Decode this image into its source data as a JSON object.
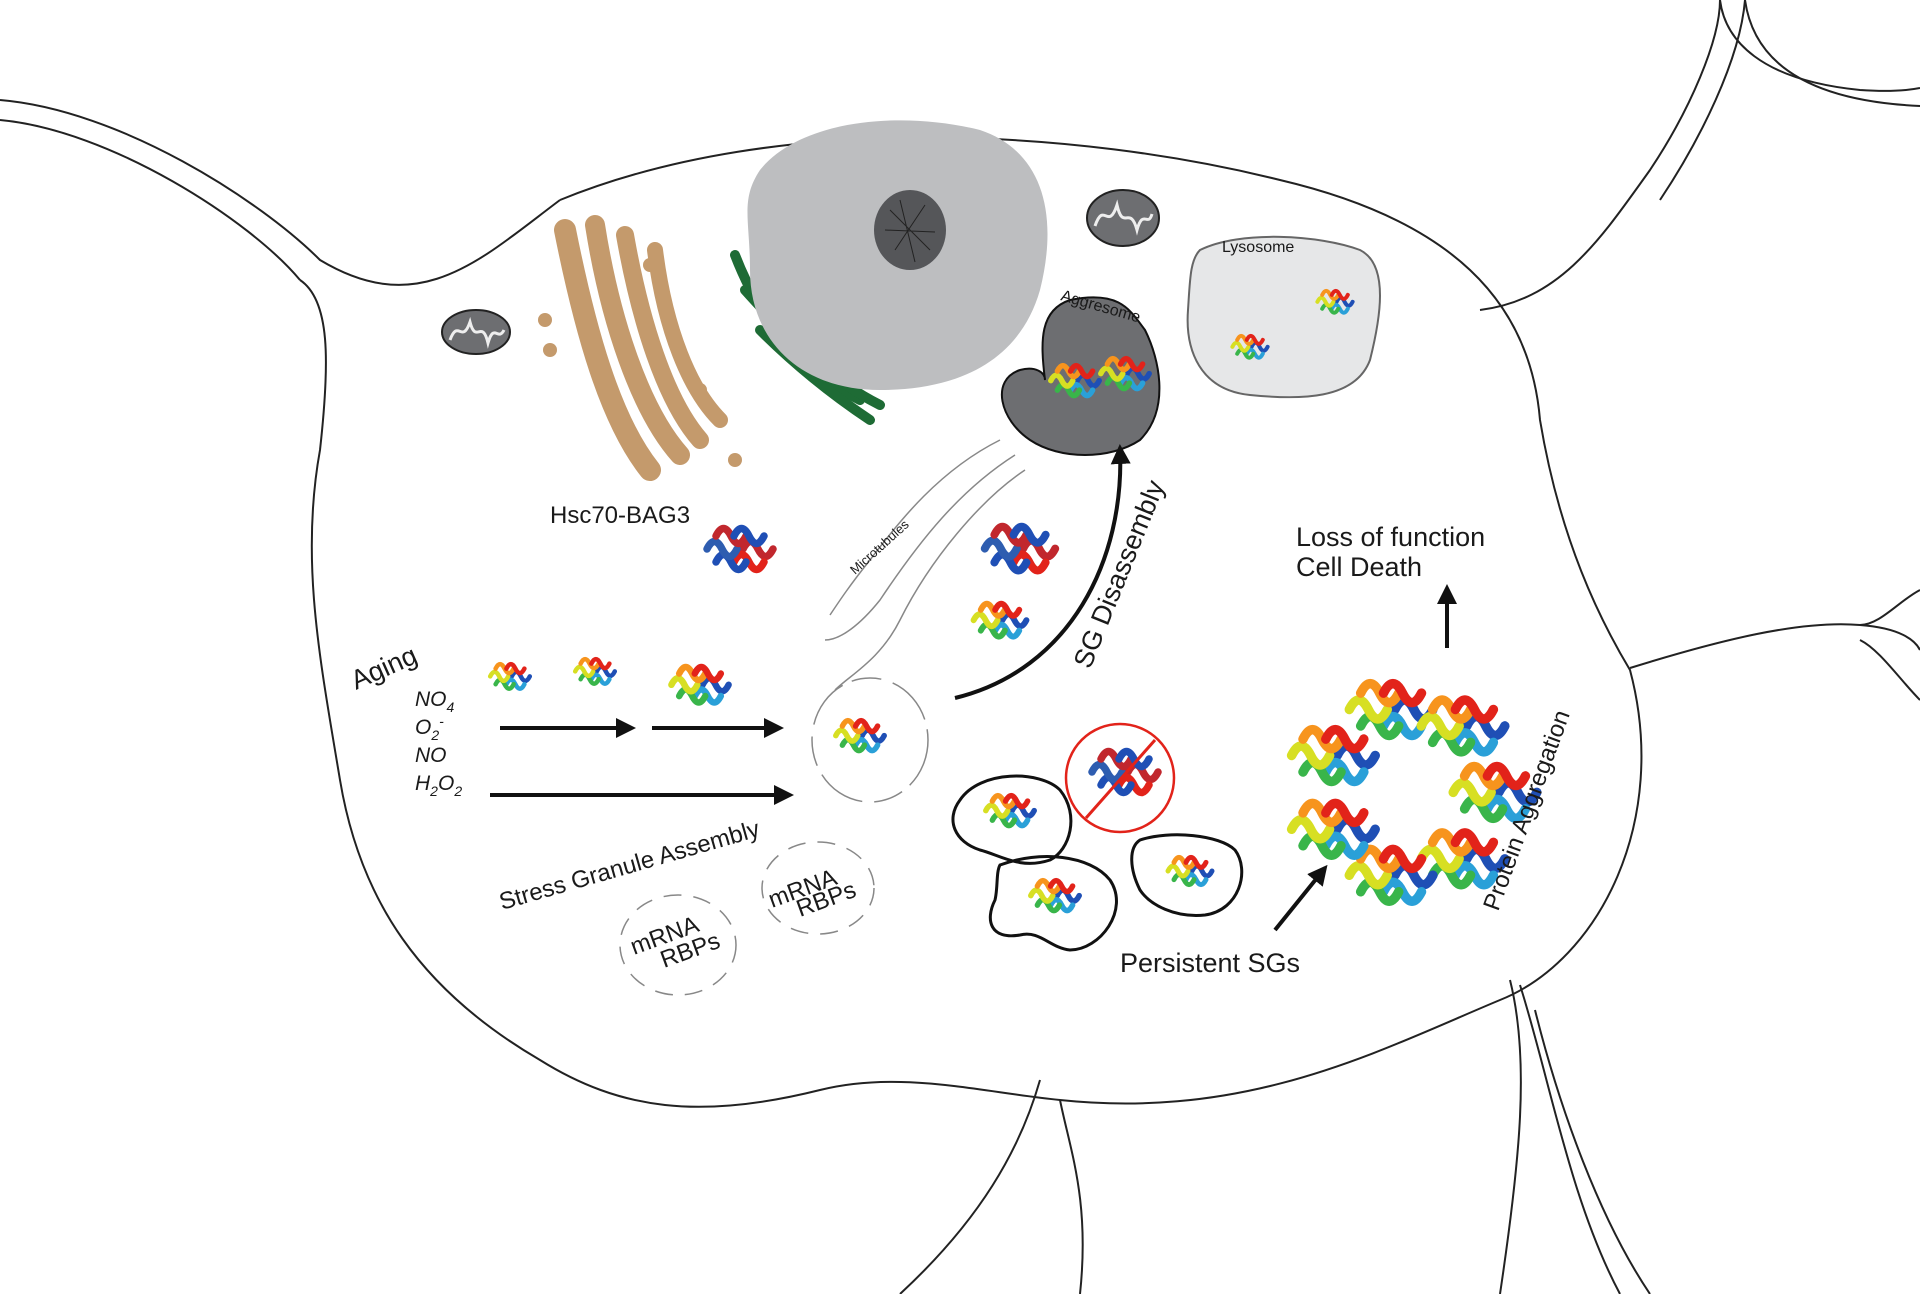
{
  "labels": {
    "aggresome": "Aggresome",
    "lysosome": "Lysosome",
    "hsc70_bag3": "Hsc70-BAG3",
    "microtubules": "Microtubules",
    "sg_disassembly": "SG Disassembly",
    "aging": "Aging",
    "stress_granule_assembly": "Stress Granule Assembly",
    "mrna_1": "mRNA",
    "rbps_1": "RBPs",
    "mrna_2": "mRNA",
    "rbps_2": "RBPs",
    "persistent_sgs": "Persistent SGs",
    "protein_aggregation": "Protein Aggregation",
    "loss_of_function": "Loss of function",
    "cell_death": "Cell Death"
  },
  "chemicals": {
    "no4_base": "NO",
    "no4_sub": "4",
    "o2_base": "O",
    "o2_sub": "2",
    "o2_sup": "-",
    "no": "NO",
    "h2o2_h": "H",
    "h2o2_sub1": "2",
    "h2o2_o": "O",
    "h2o2_sub2": "2"
  },
  "colors": {
    "golgi": "#c49a6c",
    "er": "#1e6b35",
    "nucleus": "#bdbec0",
    "nucleolus": "#555659",
    "aggresome": "#6d6e71",
    "lysosome": "#e6e7e8",
    "mitochondria": "#6d6e71",
    "inhibit": "#e2231a"
  }
}
